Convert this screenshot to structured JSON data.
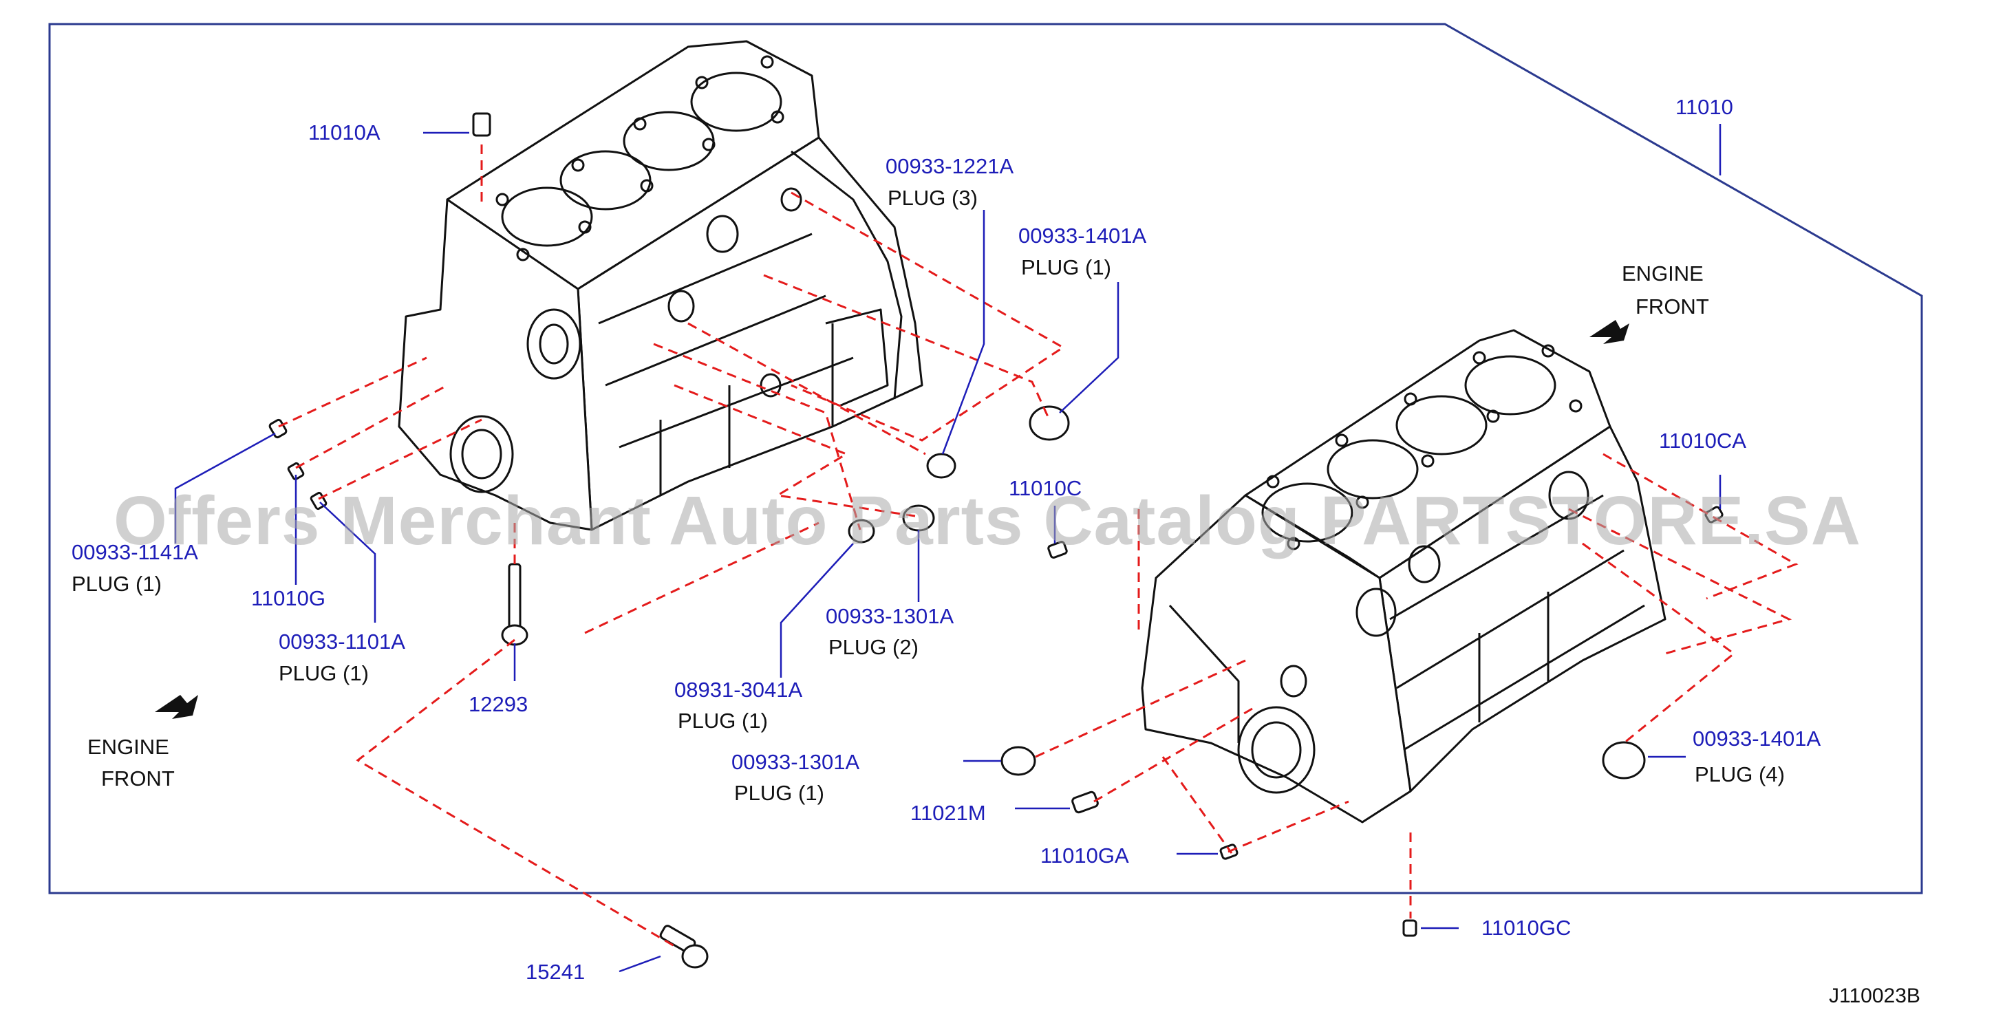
{
  "diagram_code": "J110023B",
  "watermark": "Offers Merchant Auto Parts Catalog PARTSTORE.SA",
  "left_direction": {
    "line1": "ENGINE",
    "line2": "FRONT"
  },
  "right_direction": {
    "line1": "ENGINE",
    "line2": "FRONT"
  },
  "parts": {
    "p11010": {
      "number": "11010"
    },
    "p11010A": {
      "number": "11010A"
    },
    "p00933_1221A": {
      "number": "00933-1221A",
      "desc": "PLUG  (3)"
    },
    "p00933_1401A_top": {
      "number": "00933-1401A",
      "desc": "PLUG  (1)"
    },
    "p11010CA": {
      "number": "11010CA"
    },
    "p11010C": {
      "number": "11010C"
    },
    "p00933_1141A": {
      "number": "00933-1141A",
      "desc": "PLUG  (1)"
    },
    "p11010G": {
      "number": "11010G"
    },
    "p00933_1101A": {
      "number": "00933-1101A",
      "desc": "PLUG  (1)"
    },
    "p00933_1301A_a": {
      "number": "00933-1301A",
      "desc": "PLUG  (2)"
    },
    "p08931_3041A": {
      "number": "08931-3041A",
      "desc": "PLUG  (1)"
    },
    "p12293": {
      "number": "12293"
    },
    "p00933_1301A_b": {
      "number": "00933-1301A",
      "desc": "PLUG  (1)"
    },
    "p11021M": {
      "number": "11021M"
    },
    "p00933_1401A_right": {
      "number": "00933-1401A",
      "desc": "PLUG  (4)"
    },
    "p11010GA": {
      "number": "11010GA"
    },
    "p11010GC": {
      "number": "11010GC"
    },
    "p15241": {
      "number": "15241"
    }
  },
  "colors": {
    "part_number": "#1d1db8",
    "border": "#2b3a8f",
    "dashed": "#e41b1b",
    "drawing": "#111111"
  }
}
